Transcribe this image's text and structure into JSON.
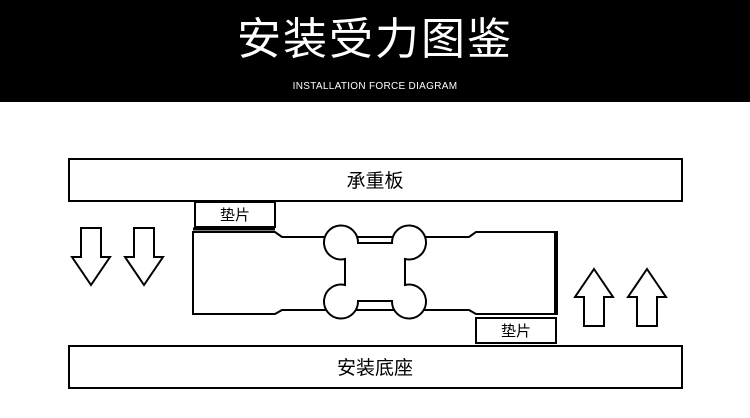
{
  "header": {
    "title": "安装受力图鉴",
    "subtitle": "INSTALLATION FORCE DIAGRAM"
  },
  "diagram": {
    "top_plate_label": "承重板",
    "top_pad_label": "垫片",
    "bottom_pad_label": "垫片",
    "base_label": "安装底座",
    "colors": {
      "stroke": "#000000",
      "background": "#ffffff",
      "header": "#000000"
    },
    "arrows_left": {
      "count": 2,
      "direction": "down"
    },
    "arrows_right": {
      "count": 2,
      "direction": "up"
    }
  }
}
